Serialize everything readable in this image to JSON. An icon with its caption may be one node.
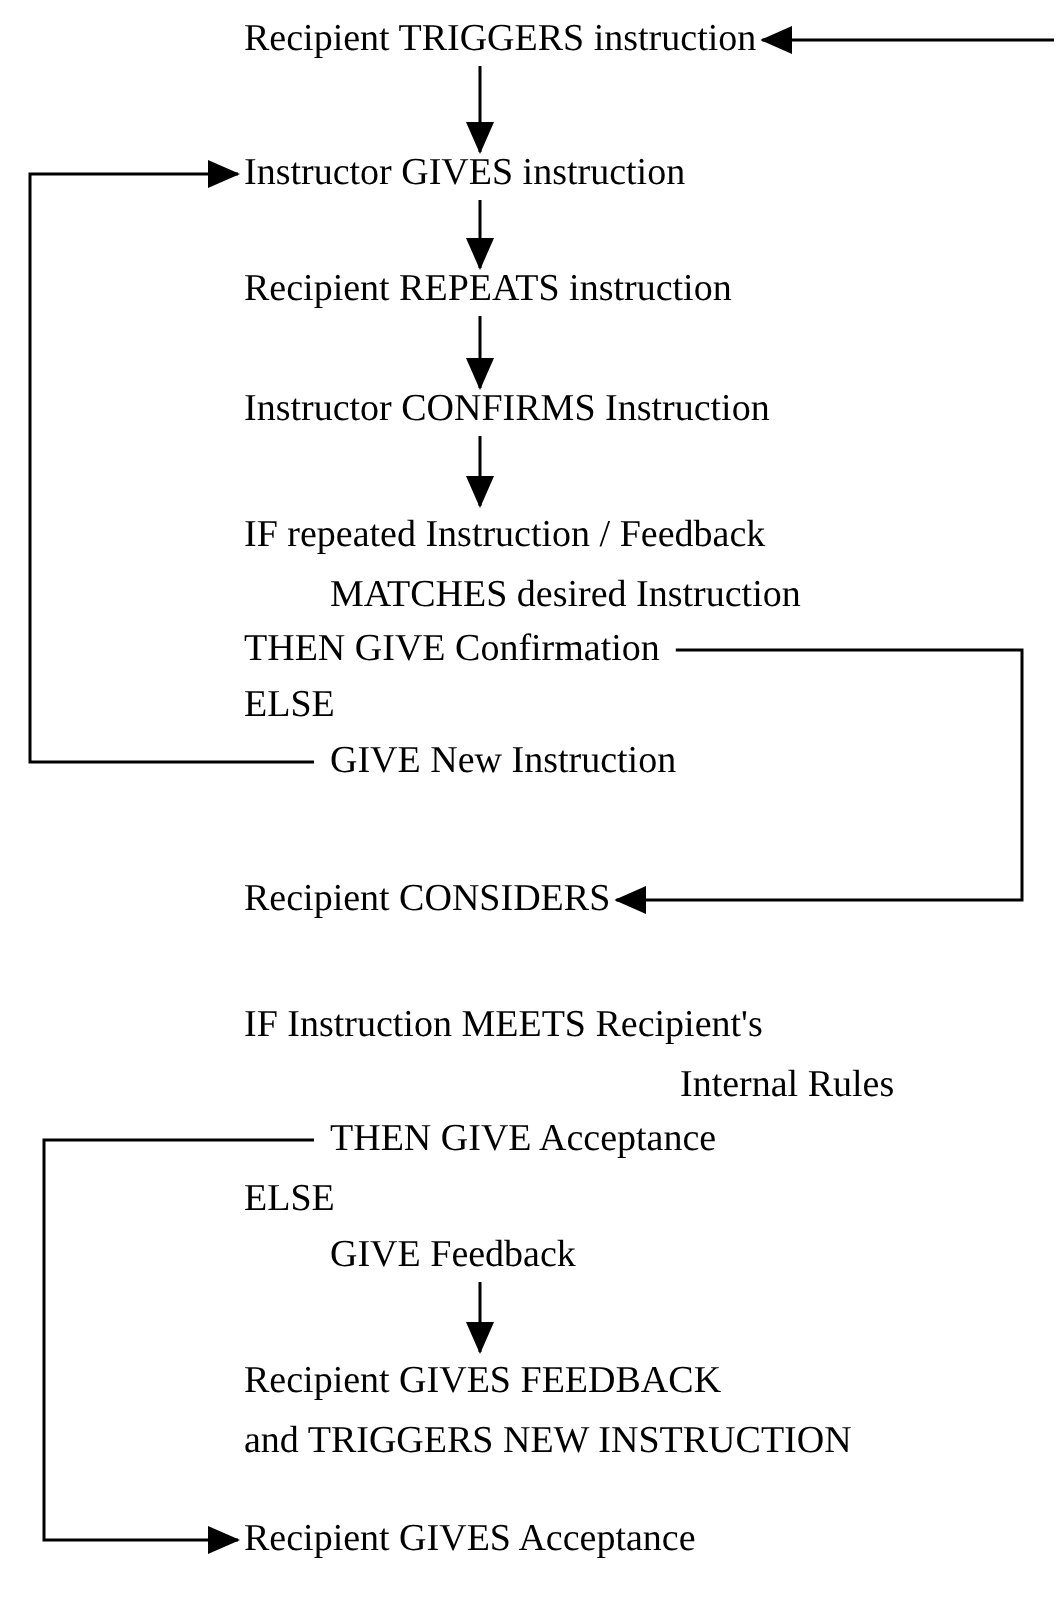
{
  "diagram": {
    "nodes": [
      {
        "text": [
          "Recipient TRIGGERS instruction"
        ]
      },
      {
        "text": [
          "Instructor GIVES instruction"
        ]
      },
      {
        "text": [
          "Recipient REPEATS instruction"
        ]
      },
      {
        "text": [
          "Instructor CONFIRMS Instruction"
        ]
      },
      {
        "text": [
          "IF repeated Instruction / Feedback MATCHES desired Instruction"
        ]
      },
      {
        "text": [
          "THEN GIVE Confirmation"
        ]
      },
      {
        "text": [
          "GIVE New Instruction"
        ]
      },
      {
        "text": [
          "Recipient CONSIDERS"
        ]
      },
      {
        "text": [
          "THEN GIVE Acceptance"
        ]
      },
      {
        "text": [
          "GIVE Feedback"
        ]
      },
      {
        "text": [
          "Recipient GIVES FEEDBACK and TRIGGERS NEW INSTRUCTION"
        ]
      },
      {
        "text": [
          "Recipient GIVES Acceptance"
        ]
      }
    ],
    "edges": [
      {
        "from": null,
        "to": 0,
        "arrow": "to"
      },
      {
        "from": 0,
        "to": 1,
        "arrow": "to"
      },
      {
        "from": 1,
        "to": 2,
        "arrow": "to"
      },
      {
        "from": 2,
        "to": 3,
        "arrow": "to"
      },
      {
        "from": 3,
        "to": 4,
        "arrow": "to"
      },
      {
        "from": 6,
        "to": 1,
        "arrow": "to"
      },
      {
        "from": 5,
        "to": 7,
        "arrow": "to"
      },
      {
        "from": 8,
        "to": 11,
        "arrow": "to"
      },
      {
        "from": 9,
        "to": 10,
        "arrow": "to"
      }
    ],
    "labels": [
      "ELSE",
      "IF Instruction MEETS Recipient's Internal Rules",
      "ELSE"
    ]
  }
}
